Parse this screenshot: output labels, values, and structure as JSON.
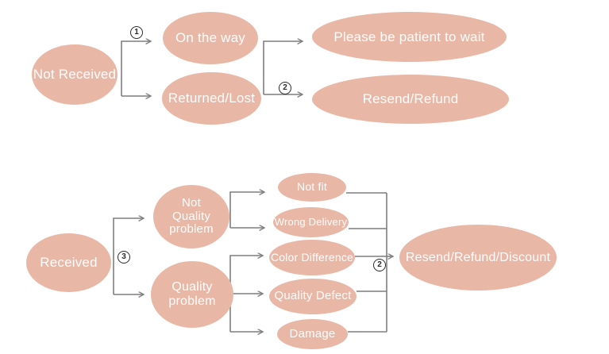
{
  "style": {
    "background": "#ffffff",
    "node_fill": "#e9b7a6",
    "node_text": "#fdfdfd",
    "line_color": "#7f7f7f",
    "badge_color": "#2b2b2b"
  },
  "flow_not_received": {
    "not_received": "Not Received",
    "on_the_way": "On the way",
    "returned_lost": "Returned/Lost",
    "please_wait": "Please be patient to wait",
    "resend_refund": "Resend/Refund"
  },
  "flow_received": {
    "received": "Received",
    "not_quality_problem": "Not\nQuality\nproblem",
    "quality_problem": "Quality\nproblem",
    "not_fit": "Not fit",
    "wrong_delivery": "Wrong Delivery",
    "color_difference": "Color Difference",
    "quality_defect": "Quality Defect",
    "damage": "Damage",
    "resend_refund_discount": "Resend/Refund/Discount"
  },
  "badges": {
    "step1": "1",
    "step2_top": "2",
    "step3": "3",
    "step2_bottom": "2"
  }
}
